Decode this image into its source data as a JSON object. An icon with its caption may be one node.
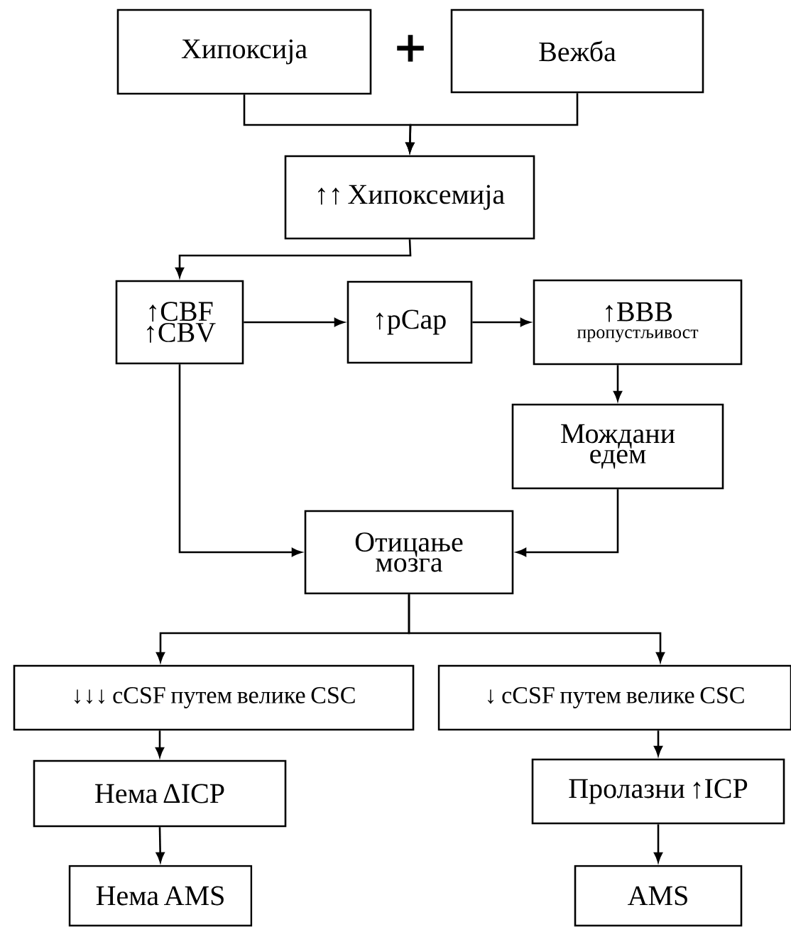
{
  "diagram": {
    "nodes": [
      {
        "text": [
          "Хипоксија"
        ]
      },
      {
        "text": [
          "Вежба"
        ]
      },
      {
        "text": [
          "↑↑ Хипоксемија"
        ]
      },
      {
        "text": [
          "↑CBF ↑CBV"
        ]
      },
      {
        "text": [
          "↑pCap"
        ]
      },
      {
        "text": [
          "↑BBB",
          "пропустљивост"
        ]
      },
      {
        "text": [
          "Мождани едем"
        ]
      },
      {
        "text": [
          "Отицање мозга"
        ]
      },
      {
        "text": [
          "↓↓↓ cCSF путем велике CSC"
        ]
      },
      {
        "text": [
          "↓ cCSF путем велике CSC"
        ]
      },
      {
        "text": [
          "Нема ΔICP"
        ]
      },
      {
        "text": [
          "Пролазни ↑ICP"
        ]
      },
      {
        "text": [
          "Нема AMS"
        ]
      },
      {
        "text": [
          "AMS"
        ]
      }
    ],
    "edges": [
      {
        "from": 0,
        "to": 2,
        "arrow": "to"
      },
      {
        "from": 1,
        "to": 2,
        "arrow": "to"
      },
      {
        "from": 2,
        "to": 3,
        "arrow": "to"
      },
      {
        "from": 3,
        "to": 4,
        "arrow": "to"
      },
      {
        "from": 4,
        "to": 5,
        "arrow": "to"
      },
      {
        "from": 5,
        "to": 6,
        "arrow": "to"
      },
      {
        "from": 3,
        "to": 7,
        "arrow": "to"
      },
      {
        "from": 6,
        "to": 7,
        "arrow": "to"
      },
      {
        "from": 7,
        "to": 8,
        "arrow": "to"
      },
      {
        "from": 7,
        "to": 9,
        "arrow": "to"
      },
      {
        "from": 8,
        "to": 10,
        "arrow": "to"
      },
      {
        "from": 10,
        "to": 12,
        "arrow": "to"
      },
      {
        "from": 9,
        "to": 11,
        "arrow": "to"
      },
      {
        "from": 11,
        "to": 13,
        "arrow": "to"
      }
    ],
    "labels": [
      "+"
    ]
  }
}
